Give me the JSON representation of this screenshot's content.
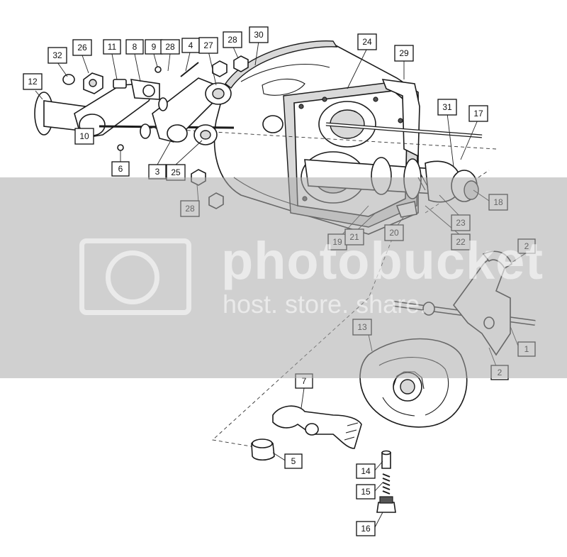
{
  "diagram": {
    "part_labels": [
      "1",
      "2",
      "2",
      "3",
      "4",
      "5",
      "6",
      "7",
      "8",
      "9",
      "10",
      "11",
      "12",
      "13",
      "14",
      "15",
      "16",
      "17",
      "18",
      "19",
      "20",
      "21",
      "22",
      "23",
      "24",
      "25",
      "26",
      "27",
      "28",
      "28",
      "28",
      "28",
      "29",
      "30",
      "31",
      "32"
    ]
  },
  "watermark": {
    "brand": "photobucket",
    "tagline": "host. store. share."
  }
}
